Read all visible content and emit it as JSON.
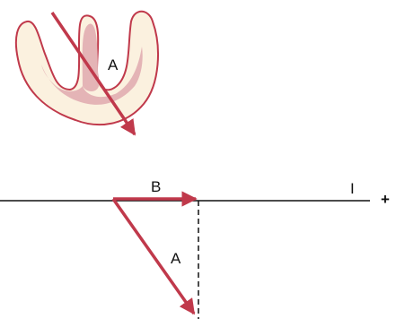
{
  "labels": {
    "heart_vector": "A",
    "projection_vector": "B",
    "resultant_vector": "A",
    "lead": "I",
    "polarity": "+"
  },
  "colors": {
    "arrow": "#c0394b",
    "heart_outline": "#c0394b",
    "heart_fill_outer": "#fbf1df",
    "heart_fill_inner": "#e4b4b6",
    "axis": "#111111"
  },
  "icons": {
    "heart": "heart-cross-section-icon"
  }
}
